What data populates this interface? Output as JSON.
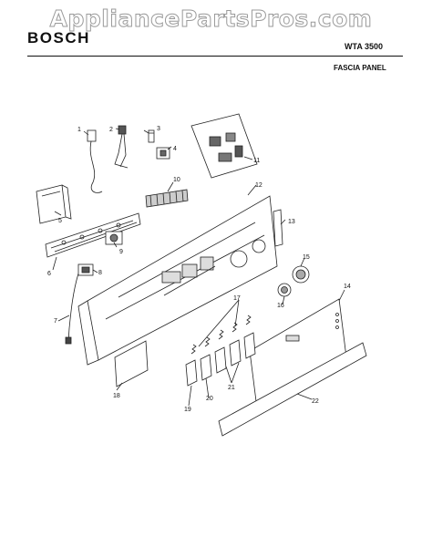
{
  "header": {
    "watermark": "AppliancePartsPros.com",
    "brand": "BOSCH",
    "model": "WTA 3500",
    "section": "FASCIA PANEL"
  },
  "callouts": [
    "1",
    "2",
    "3",
    "4",
    "5",
    "6",
    "7",
    "8",
    "9",
    "10",
    "11",
    "12",
    "13",
    "14",
    "15",
    "16",
    "17",
    "18",
    "19",
    "20",
    "21",
    "22"
  ]
}
